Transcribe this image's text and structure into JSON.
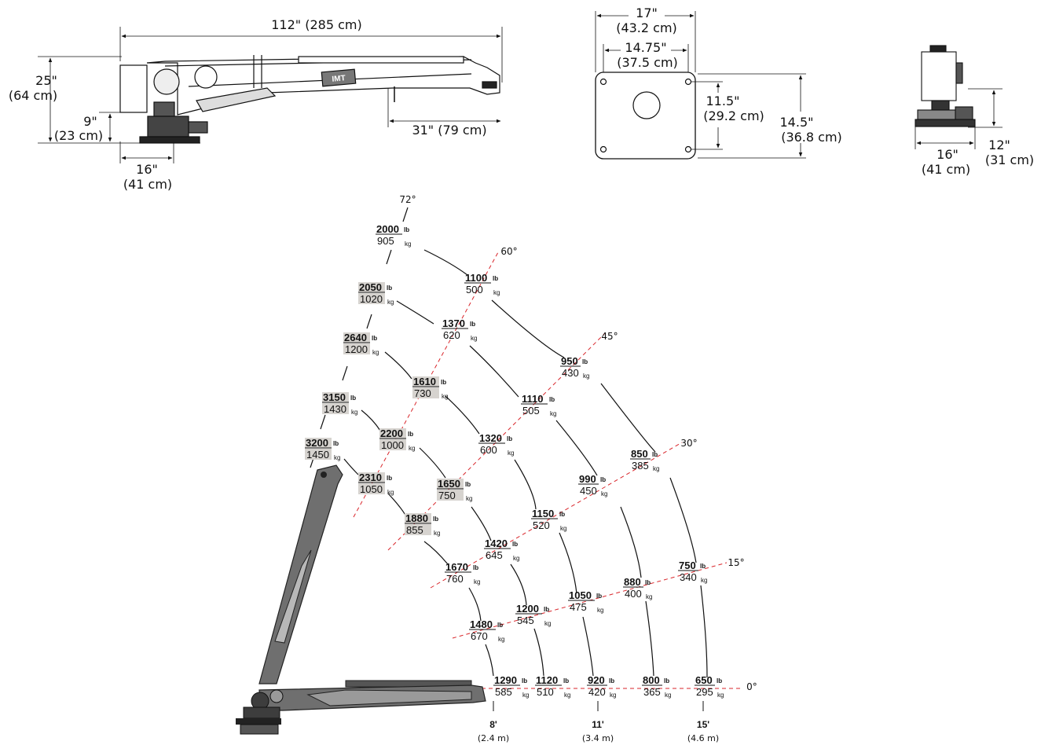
{
  "dimensions": {
    "side_view": {
      "overall_length": "112\" (285 cm)",
      "height_in": "25\"",
      "height_cm": "(64 cm)",
      "base_height_in": "9\"",
      "base_height_cm": "(23 cm)",
      "base_width_in": "16\"",
      "base_width_cm": "(41 cm)",
      "tip_length": "31\" (79 cm)"
    },
    "base_plate": {
      "width_in": "17\"",
      "width_cm": "(43.2 cm)",
      "hole_span_in": "14.75\"",
      "hole_span_cm": "(37.5 cm)",
      "hole_depth_in": "11.5\"",
      "hole_depth_cm": "(29.2 cm)",
      "depth_in": "14.5\"",
      "depth_cm": "(36.8 cm)"
    },
    "end_view": {
      "width_in": "16\"",
      "width_cm": "(41 cm)",
      "height_in": "12\"",
      "height_cm": "(31 cm)"
    }
  },
  "logo_text": "IMT",
  "angles": [
    "72°",
    "60°",
    "45°",
    "30°",
    "15°",
    "0°"
  ],
  "distances": [
    {
      "ft": "8'",
      "m": "(2.4 m)"
    },
    {
      "ft": "11'",
      "m": "(3.4 m)"
    },
    {
      "ft": "15'",
      "m": "(4.6 m)"
    }
  ],
  "units": {
    "lb": "lb",
    "kg": "kg"
  },
  "capacities": [
    {
      "lb": "2000",
      "kg": "905",
      "shaded": false
    },
    {
      "lb": "2050",
      "kg": "1020",
      "shaded": true
    },
    {
      "lb": "2640",
      "kg": "1200",
      "shaded": true
    },
    {
      "lb": "3150",
      "kg": "1430",
      "shaded": true
    },
    {
      "lb": "3200",
      "kg": "1450",
      "shaded": true
    },
    {
      "lb": "1100",
      "kg": "500",
      "shaded": false
    },
    {
      "lb": "1370",
      "kg": "620",
      "shaded": false
    },
    {
      "lb": "1610",
      "kg": "730",
      "shaded": true
    },
    {
      "lb": "2200",
      "kg": "1000",
      "shaded": true
    },
    {
      "lb": "2310",
      "kg": "1050",
      "shaded": true
    },
    {
      "lb": "950",
      "kg": "430",
      "shaded": false
    },
    {
      "lb": "1110",
      "kg": "505",
      "shaded": false
    },
    {
      "lb": "1320",
      "kg": "600",
      "shaded": false
    },
    {
      "lb": "1650",
      "kg": "750",
      "shaded": true
    },
    {
      "lb": "1880",
      "kg": "855",
      "shaded": true
    },
    {
      "lb": "850",
      "kg": "385",
      "shaded": false
    },
    {
      "lb": "990",
      "kg": "450",
      "shaded": false
    },
    {
      "lb": "1150",
      "kg": "520",
      "shaded": false
    },
    {
      "lb": "1420",
      "kg": "645",
      "shaded": false
    },
    {
      "lb": "1670",
      "kg": "760",
      "shaded": false
    },
    {
      "lb": "750",
      "kg": "340",
      "shaded": false
    },
    {
      "lb": "880",
      "kg": "400",
      "shaded": false
    },
    {
      "lb": "1050",
      "kg": "475",
      "shaded": false
    },
    {
      "lb": "1200",
      "kg": "545",
      "shaded": false
    },
    {
      "lb": "1480",
      "kg": "670",
      "shaded": false
    },
    {
      "lb": "1290",
      "kg": "585",
      "shaded": false
    },
    {
      "lb": "1120",
      "kg": "510",
      "shaded": false
    },
    {
      "lb": "920",
      "kg": "420",
      "shaded": false
    },
    {
      "lb": "800",
      "kg": "365",
      "shaded": false
    },
    {
      "lb": "650",
      "kg": "295",
      "shaded": false
    }
  ],
  "colors": {
    "line": "#111111",
    "angle_line": "#d9262b",
    "shade": "#d6d3cf",
    "crane_dark": "#3d3d3d",
    "crane_mid": "#6f6f6f",
    "crane_light": "#c4c4c4"
  }
}
